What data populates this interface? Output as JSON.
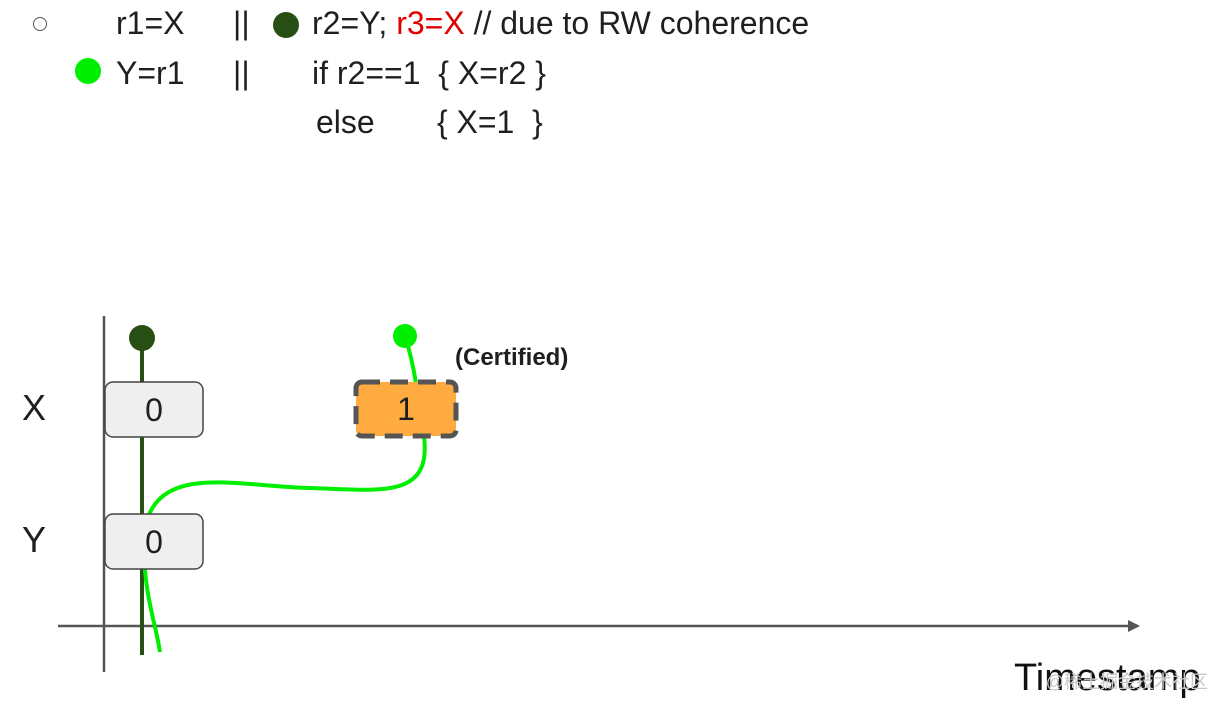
{
  "code": {
    "line1": {
      "left": "r1=X",
      "sep": "||",
      "right_prefix": "r2=Y; ",
      "right_highlight": "r3=X",
      "right_suffix": " // due to RW coherence"
    },
    "line2": {
      "left": "Y=r1",
      "sep": "||",
      "right": "if r2==1  { X=r2 }"
    },
    "line3": {
      "right": "else       { X=1  }"
    }
  },
  "diagram": {
    "rows": [
      {
        "label": "X",
        "initial_value": "0"
      },
      {
        "label": "Y",
        "initial_value": "0"
      }
    ],
    "new_write": {
      "value": "1",
      "annotation": "(Certified)"
    },
    "x_axis_label": "Timestamp",
    "watermark": "@稀土掘金技术社区"
  },
  "colors": {
    "thread_green": "#00ee00",
    "thread_dark": "#274e13",
    "highlight_red": "#e00000",
    "pending_box": "#ffab40",
    "box_fill": "#efefef"
  }
}
